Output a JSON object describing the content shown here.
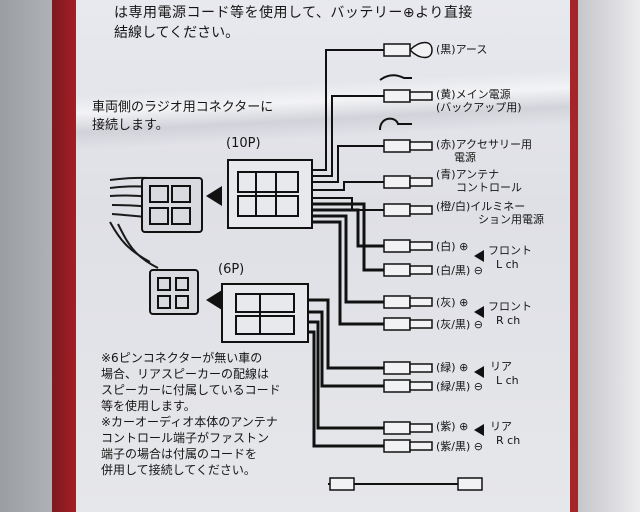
{
  "header": {
    "line1": "は専用電源コード等を使用して、バッテリー⊕より直接",
    "line2": "結線してください。"
  },
  "instruction": {
    "line1": "車両側のラジオ用コネクターに",
    "line2": "接続します。"
  },
  "connectors": {
    "ten_pin": "(10P)",
    "six_pin": "(6P)"
  },
  "wires": [
    {
      "color": "(黒)",
      "name": "アース"
    },
    {
      "color": "(黄)",
      "name": "メイン電源",
      "sub": "(バックアップ用)"
    },
    {
      "color": "(赤)",
      "name": "アクセサリー用",
      "sub": "電源"
    },
    {
      "color": "(青)",
      "name": "アンテナ",
      "sub": "コントロール"
    },
    {
      "color": "(橙/白)",
      "name": "イルミネー",
      "sub": "ション用電源"
    }
  ],
  "speakers": [
    {
      "plus": "(白) ⊕",
      "minus": "(白/黒) ⊖",
      "name": "フロント",
      "ch": "L ch"
    },
    {
      "plus": "(灰) ⊕",
      "minus": "(灰/黒) ⊖",
      "name": "フロント",
      "ch": "R ch"
    },
    {
      "plus": "(緑) ⊕",
      "minus": "(緑/黒) ⊖",
      "name": "リア",
      "ch": "L ch"
    },
    {
      "plus": "(紫) ⊕",
      "minus": "(紫/黒) ⊖",
      "name": "リア",
      "ch": "R ch"
    }
  ],
  "notes": [
    "※6ピンコネクターが無い車の",
    "場合、リアスピーカーの配線は",
    "スピーカーに付属しているコード",
    "等を使用します。",
    "※カーオーディオ本体のアンテナ",
    "コントロール端子がファストン",
    "端子の場合は付属のコードを",
    "併用して接続してください。"
  ],
  "colors": {
    "red_band": "#a51d24",
    "paper": "#e3e4e9",
    "ink": "#151515"
  }
}
